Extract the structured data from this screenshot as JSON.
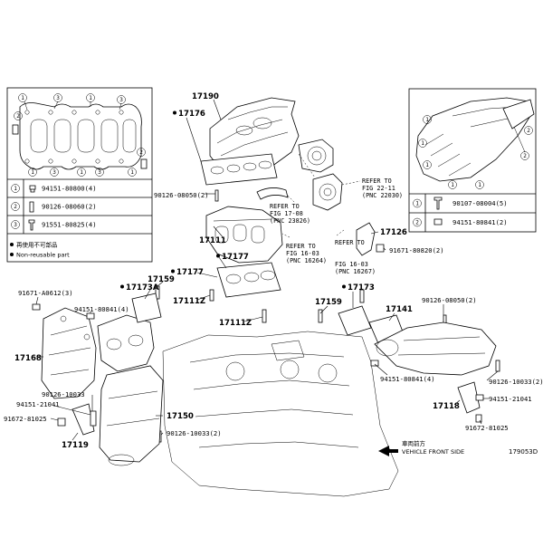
{
  "diagram_id": "179053D",
  "callouts": {
    "c17190": "17190",
    "c17176": "17176",
    "c90126_08050_left": "90126-08050(2)",
    "c17111": "17111",
    "c17177a": "17177",
    "c17177b": "17177",
    "c17159a": "17159",
    "c17173A": "17173A",
    "c17111Z_a": "17111Z",
    "c17111Z_b": "17111Z",
    "c91671_A0612": "91671-A0612(3)",
    "c94151_80841_mid": "94151-80841(4)",
    "c17168": "17168",
    "c90126_10033_left": "90126-10033",
    "c94151_21041_left": "94151-21041",
    "c91672_81025_left": "91672-81025",
    "c17119": "17119",
    "c17150": "17150",
    "c90126_10033_2_left": "90126-10033(2)",
    "c17126": "17126",
    "c91671_80820": "91671-80820(2)",
    "c17159b": "17159",
    "c17173": "17173",
    "c90126_08050_right": "90126-08050(2)",
    "c17141": "17141",
    "c94151_80841_right": "94151-80841(4)",
    "c90126_10033_right": "90126-10033(2)",
    "c17118": "17118",
    "c94151_21041_right": "94151-21041",
    "c91672_81025_right": "91672-81025"
  },
  "refs": {
    "fig22": {
      "l1": "REFER TO",
      "l2": "FIG 22-11",
      "l3": "(PNC 22030)"
    },
    "fig17": {
      "l1": "REFER TO",
      "l2": "FIG 17-08",
      "l3": "(PNC 23826)"
    },
    "fig16a": {
      "l1": "REFER TO",
      "l2": "FIG 16-03",
      "l3": "(PNC 16264)"
    },
    "fig16b": {
      "l1": "REFER TO",
      "l2": "FIG 16-03",
      "l3": "(PNC 16267)"
    }
  },
  "legend_left": {
    "rows": [
      {
        "num": "1",
        "part": "94151-80800(4)"
      },
      {
        "num": "2",
        "part": "90126-08060(2)"
      },
      {
        "num": "3",
        "part": "91551-80825(4)"
      }
    ],
    "note_reuse": "再使用不可部品",
    "note_nonreuse": "Non-reusable part"
  },
  "legend_right": {
    "rows": [
      {
        "num": "1",
        "part": "90107-08004(5)"
      },
      {
        "num": "2",
        "part": "94151-80841(2)"
      }
    ]
  },
  "front": {
    "jp": "車両前方",
    "en": "VEHICLE FRONT SIDE"
  },
  "mark_labels": {
    "l_1a": "1",
    "l_1b": "1",
    "l_1c": "1",
    "l_1d": "1",
    "l_1e": "1",
    "l_2a": "2",
    "l_2b": "2",
    "l_3a": "3",
    "l_3b": "3",
    "l_3c": "3",
    "l_3d": "3",
    "r_1a": "1",
    "r_1b": "1",
    "r_1c": "1",
    "r_1d": "1",
    "r_1e": "1",
    "r_2a": "2",
    "r_2b": "2"
  }
}
